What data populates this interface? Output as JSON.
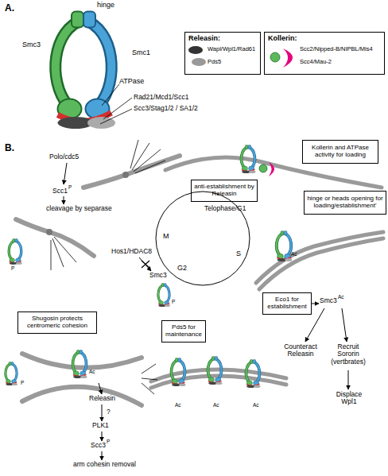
{
  "diagram": {
    "nodes": [
      {
        "text": [
          "Releasin:",
          "Wapl/Wpl1/Rad61",
          "Pds5"
        ]
      },
      {
        "text": [
          "Kollerin:",
          "Scc2/Nipped-B/NIPBL/Mis4",
          "Scc4/Mau-2"
        ]
      },
      {
        "text": [
          "Kollerin and ATPase activity for loading"
        ]
      },
      {
        "text": [
          "anti-establishment by Releasin"
        ]
      },
      {
        "text": [
          "Telophase/G1",
          "S",
          "G2",
          "M"
        ]
      },
      {
        "text": [
          "hinge or heads opening for loading/establishment'"
        ]
      },
      {
        "text": [
          "Eco1 for establishment"
        ]
      },
      {
        "text": [
          "Shugosin protects centromeric cohesion"
        ]
      },
      {
        "text": [
          "Pds5 for maintenance"
        ]
      }
    ],
    "labels": [
      "A.",
      "hinge",
      "Smc3",
      "Smc1",
      "ATPase",
      "Rad21/Mcd1/Scc1",
      "Scc3/Stag1/2 / SA1/2",
      "B.",
      "Polo/cdc5",
      "Scc1",
      "P",
      "cleavage by separase",
      "P",
      "Hos1/HDAC8",
      "Smc3",
      "P",
      "Ac",
      "Smc3",
      "Ac",
      "Counteract Releasin",
      "Recruit Sororin (vertbrates)",
      "Displace Wpl1",
      "Ac",
      "Ac",
      "Ac",
      "Ac",
      "P",
      "Releasin",
      "?",
      "PLK1",
      "Scc3",
      "P",
      "arm cohesin removal"
    ]
  }
}
